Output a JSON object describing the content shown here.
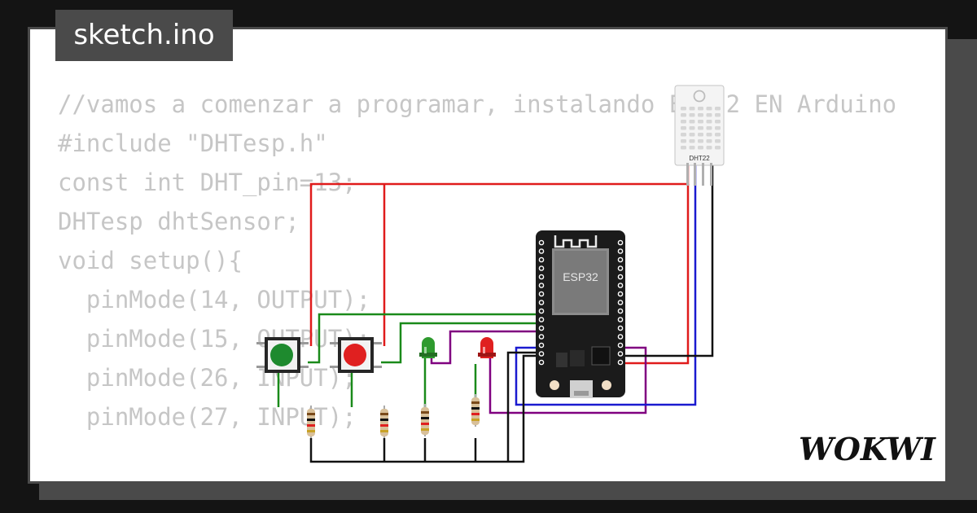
{
  "tab": {
    "filename": "sketch.ino"
  },
  "code": {
    "lines": [
      "//vamos a comenzar a programar, instalando ESP32 EN Arduino",
      "#include \"DHTesp.h\"",
      "",
      "const int DHT_pin=13;",
      "",
      "DHTesp dhtSensor;",
      "void setup(){",
      "  pinMode(14, OUTPUT);",
      "  pinMode(15, OUTPUT);",
      "  pinMode(26, INPUT);",
      "  pinMode(27, INPUT);"
    ]
  },
  "circuit": {
    "board_label": "ESP32",
    "sensor_label": "DHT22"
  },
  "brand": {
    "logo": "WOKWI"
  },
  "colors": {
    "wire_red": "#e01b1b",
    "wire_green": "#1a8a1a",
    "wire_blue": "#1a1ad0",
    "wire_purple": "#800080",
    "wire_black": "#111111",
    "led_green": "#2e9a2e",
    "led_red": "#e02020"
  }
}
